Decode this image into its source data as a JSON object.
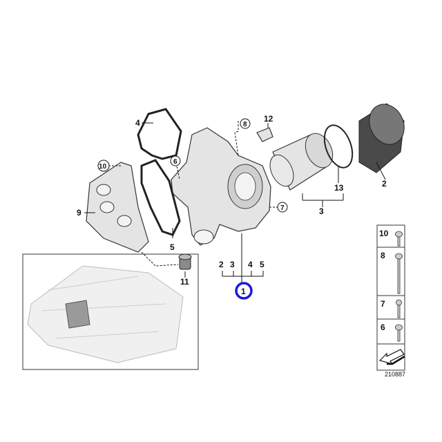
{
  "diagram": {
    "callouts": {
      "p1": "1",
      "p2": "2",
      "p3": "3",
      "p4": "4",
      "p5": "5",
      "p6": "6",
      "p7": "7",
      "p8": "8",
      "p9": "9",
      "p10": "10",
      "p11": "11",
      "p12": "12",
      "p13": "13"
    },
    "kit_bracket": [
      "2",
      "3",
      "4",
      "5"
    ],
    "highlight_color": "#1a1adc",
    "fasteners_panel": [
      "10",
      "8",
      "7",
      "6"
    ],
    "drawing_number": "210887"
  }
}
